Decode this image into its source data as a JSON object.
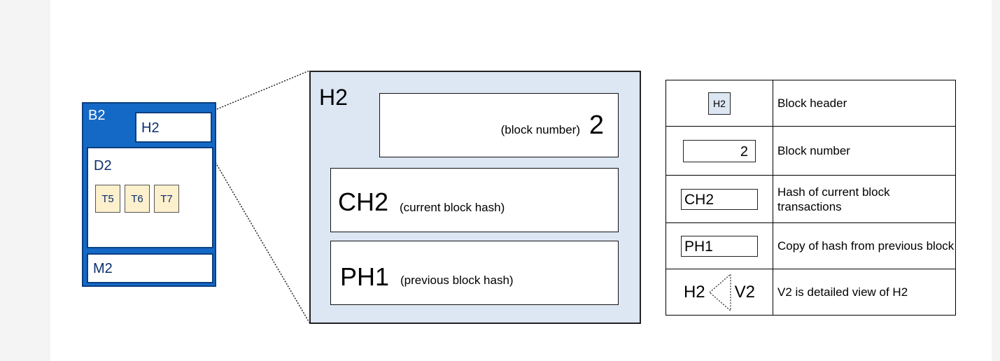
{
  "block": {
    "label": "B2",
    "header_label": "H2",
    "data_label": "D2",
    "transactions": [
      "T5",
      "T6",
      "T7"
    ],
    "meta_label": "M2"
  },
  "detail": {
    "title": "H2",
    "block_number_caption": "(block number)",
    "block_number": "2",
    "current_hash": "CH2",
    "current_hash_caption": "(current block hash)",
    "previous_hash": "PH1",
    "previous_hash_caption": "(previous block hash)"
  },
  "legend": {
    "rows": [
      {
        "symbol": "H2",
        "description": "Block header"
      },
      {
        "symbol": "2",
        "description": "Block number"
      },
      {
        "symbol": "CH2",
        "description": "Hash of current block transactions"
      },
      {
        "symbol": "PH1",
        "description": "Copy of hash from previous block"
      },
      {
        "symbol_left": "H2",
        "symbol_right": "V2",
        "description": "V2 is detailed view of  H2"
      }
    ]
  },
  "colors": {
    "block_fill": "#1569c6",
    "block_border": "#0a3f82",
    "transaction_fill": "#fdf0cc",
    "detail_fill": "#dde6f3",
    "text_navy": "#0c2f6d"
  }
}
